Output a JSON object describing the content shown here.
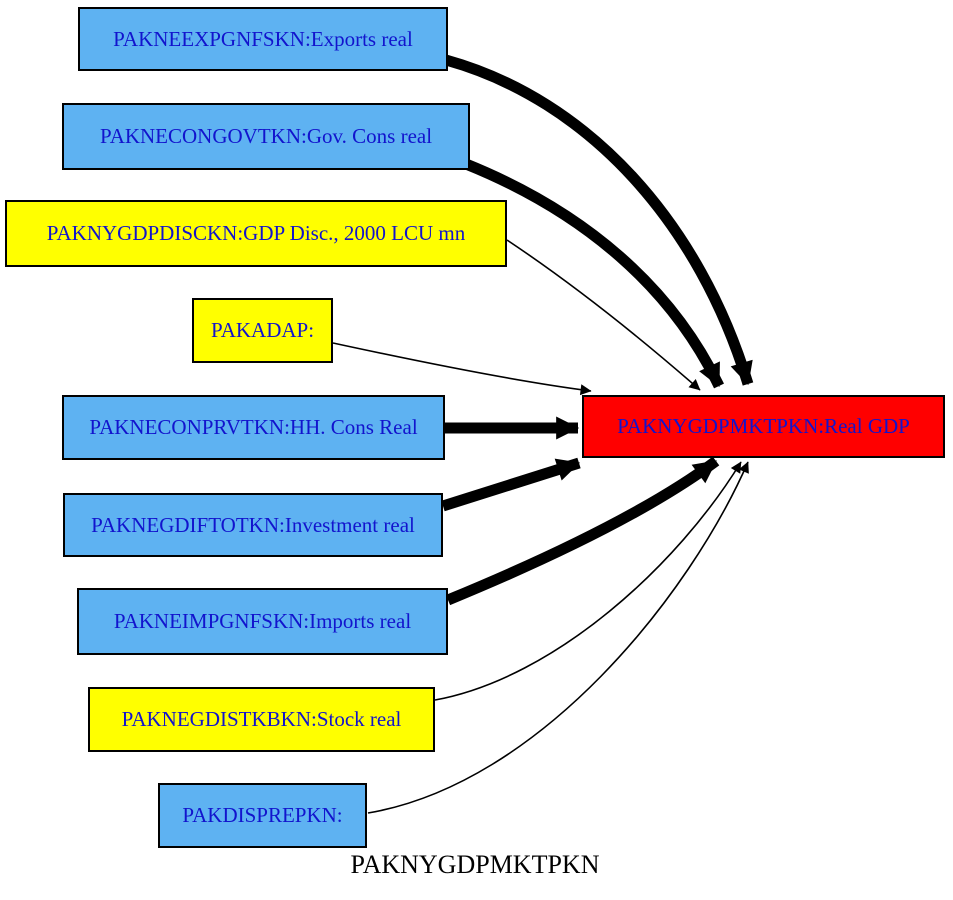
{
  "diagram": {
    "caption": "PAKNYGDPMKTPKN",
    "target": {
      "id": "PAKNYGDPMKTPKN",
      "label": "PAKNYGDPMKTPKN:Real GDP",
      "fill": "#ff0000"
    },
    "nodes": [
      {
        "id": "PAKNEEXPGNFSKN",
        "label": "PAKNEEXPGNFSKN:Exports real",
        "fill": "#5eb2f2"
      },
      {
        "id": "PAKNECONGOVTKN",
        "label": "PAKNECONGOVTKN:Gov. Cons real",
        "fill": "#5eb2f2"
      },
      {
        "id": "PAKNYGDPDISCKN",
        "label": "PAKNYGDPDISCKN:GDP Disc., 2000 LCU mn",
        "fill": "#ffff00"
      },
      {
        "id": "PAKADAP",
        "label": "PAKADAP:",
        "fill": "#ffff00"
      },
      {
        "id": "PAKNECONPRVTKN",
        "label": "PAKNECONPRVTKN:HH. Cons Real",
        "fill": "#5eb2f2"
      },
      {
        "id": "PAKNEGDIFTOTKN",
        "label": "PAKNEGDIFTOTKN:Investment real",
        "fill": "#5eb2f2"
      },
      {
        "id": "PAKNEIMPGNFSKN",
        "label": "PAKNEIMPGNFSKN:Imports real",
        "fill": "#5eb2f2"
      },
      {
        "id": "PAKNEGDISTKBKN",
        "label": "PAKNEGDISTKBKN:Stock real",
        "fill": "#ffff00"
      },
      {
        "id": "PAKDISPREPKN",
        "label": "PAKDISPREPKN:",
        "fill": "#5eb2f2"
      }
    ],
    "edges": [
      {
        "from": "PAKNEEXPGNFSKN",
        "to": "PAKNYGDPMKTPKN",
        "weight": "thick"
      },
      {
        "from": "PAKNECONGOVTKN",
        "to": "PAKNYGDPMKTPKN",
        "weight": "thick"
      },
      {
        "from": "PAKNYGDPDISCKN",
        "to": "PAKNYGDPMKTPKN",
        "weight": "thin"
      },
      {
        "from": "PAKADAP",
        "to": "PAKNYGDPMKTPKN",
        "weight": "thin"
      },
      {
        "from": "PAKNECONPRVTKN",
        "to": "PAKNYGDPMKTPKN",
        "weight": "thick"
      },
      {
        "from": "PAKNEGDIFTOTKN",
        "to": "PAKNYGDPMKTPKN",
        "weight": "thick"
      },
      {
        "from": "PAKNEIMPGNFSKN",
        "to": "PAKNYGDPMKTPKN",
        "weight": "thick"
      },
      {
        "from": "PAKNEGDISTKBKN",
        "to": "PAKNYGDPMKTPKN",
        "weight": "thin"
      },
      {
        "from": "PAKDISPREPKN",
        "to": "PAKNYGDPMKTPKN",
        "weight": "thin"
      }
    ],
    "colors": {
      "node_fill_blue": "#5eb2f2",
      "node_fill_yellow": "#ffff00",
      "target_fill_red": "#ff0000",
      "node_text": "#1214cd",
      "edge_stroke": "#000000",
      "caption_text": "#000000"
    }
  }
}
